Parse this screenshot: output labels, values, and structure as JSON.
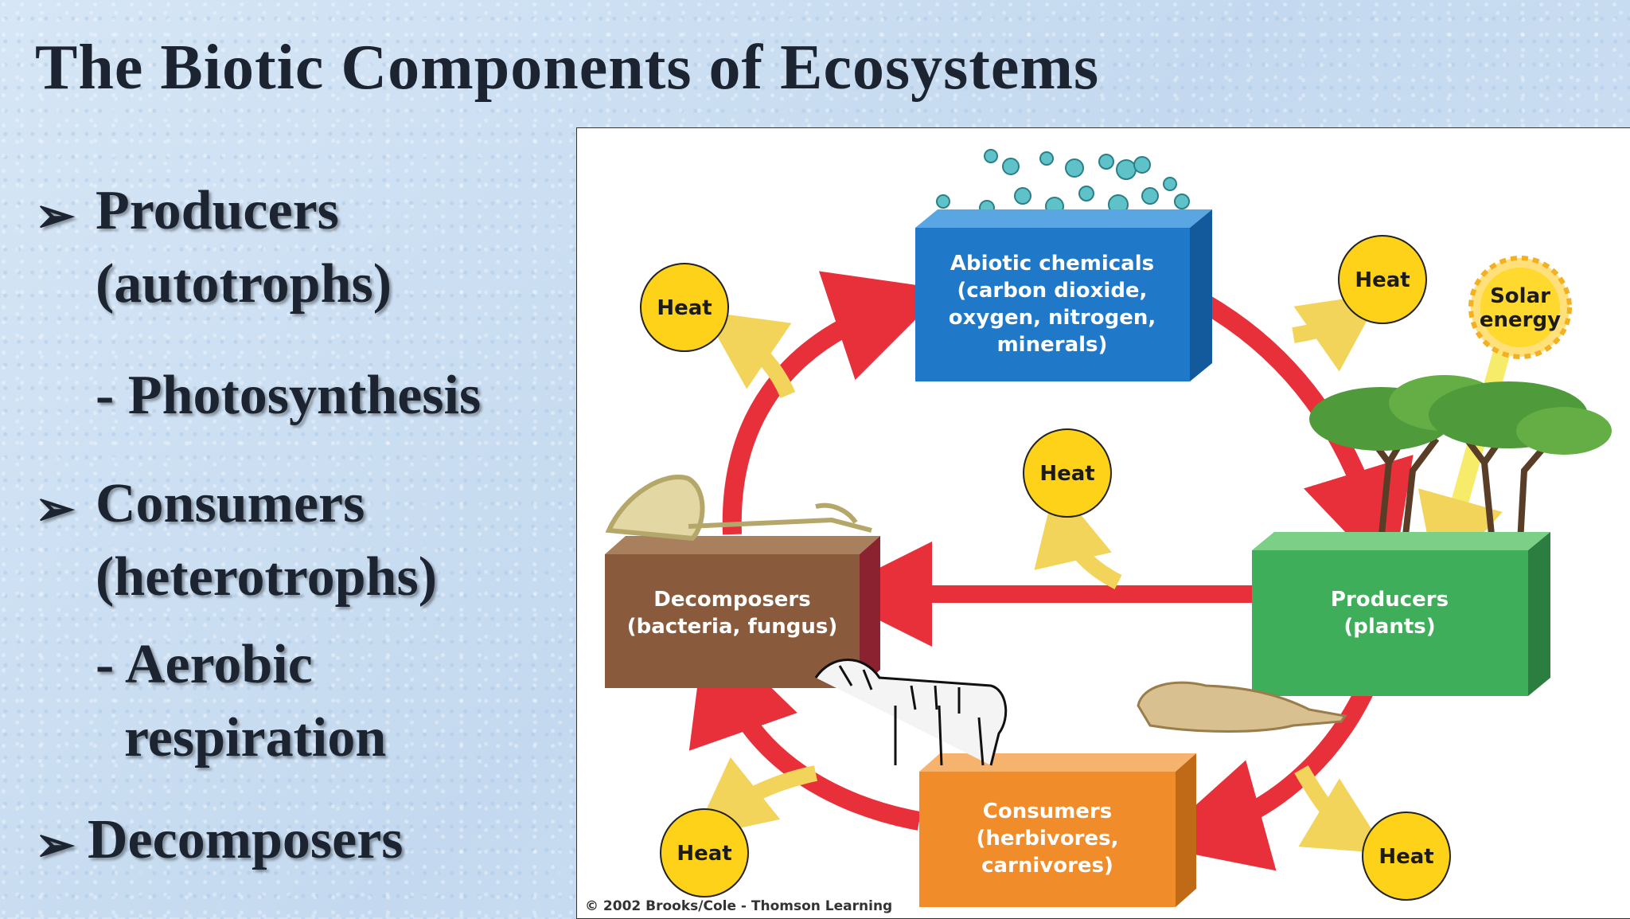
{
  "title": "The Biotic Components of Ecosystems",
  "bullets": {
    "marker": "➢",
    "producers": "Producers",
    "producers_sub": "(autotrophs)",
    "photosynthesis": "- Photosynthesis",
    "consumers": "Consumers",
    "consumers_sub": "(heterotrophs)",
    "aerobic_1": "- Aerobic",
    "aerobic_2": "respiration",
    "decomposers": "Decomposers"
  },
  "diagram": {
    "abiotic": [
      "Abiotic chemicals",
      "(carbon dioxide,",
      "oxygen, nitrogen,",
      "minerals)"
    ],
    "producers": [
      "Producers",
      "(plants)"
    ],
    "consumers": [
      "Consumers",
      "(herbivores,",
      "carnivores)"
    ],
    "decomposers": [
      "Decomposers",
      "(bacteria, fungus)"
    ],
    "heat": "Heat",
    "solar": [
      "Solar",
      "energy"
    ],
    "copyright": "© 2002 Brooks/Cole - Thomson Learning",
    "colors": {
      "abiotic": "#1f78c8",
      "producers": "#3fae5a",
      "consumers": "#f08c2a",
      "decomposers": "#8a5a3c",
      "cycle_arrow": "#e8303a",
      "heat_circle": "#ffd21a",
      "heat_arrow": "#f2d45a"
    }
  }
}
